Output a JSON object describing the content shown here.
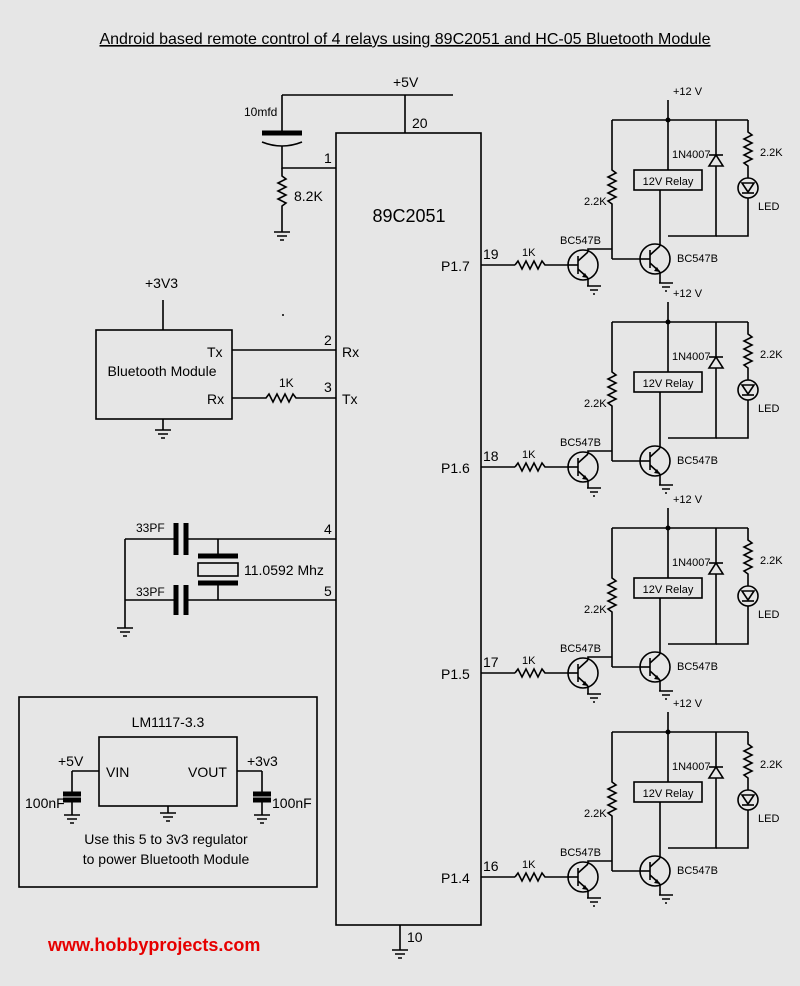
{
  "title": "Android based remote control of 4 relays using 89C2051 and HC-05 Bluetooth Module",
  "website": "www.hobbyprojects.com",
  "colors": {
    "background": "#e6e6e6",
    "ink": "#000000",
    "website": "#e60000"
  },
  "mcu": {
    "name": "89C2051",
    "pin_vcc": "20",
    "pin_gnd": "10",
    "pin_reset": "1",
    "pin_rx": "2",
    "pin_tx": "3",
    "pin_xtal1": "4",
    "pin_xtal2": "5",
    "label_rx": "Rx",
    "label_tx": "Tx"
  },
  "supply": {
    "vcc_label": "+5V"
  },
  "reset": {
    "cap": "10mfd",
    "res": "8.2K"
  },
  "bluetooth": {
    "name": "Bluetooth Module",
    "supply": "+3V3",
    "tx": "Tx",
    "rx": "Rx",
    "res": "1K"
  },
  "crystal": {
    "freq": "11.0592 Mhz",
    "cap1": "33PF",
    "cap2": "33PF"
  },
  "regulator": {
    "name": "LM1117-3.3",
    "vin": "VIN",
    "vout": "VOUT",
    "in_supply": "+5V",
    "out_supply": "+3v3",
    "cap_in": "100nF",
    "cap_out": "100nF",
    "note1": "Use this 5 to 3v3 regulator",
    "note2": "to power Bluetooth Module"
  },
  "relay_channels": [
    {
      "port": "P1.7",
      "pin": "19",
      "base_res": "1K",
      "driver": "BC547B",
      "switch": "BC547B",
      "pull": "2.2K",
      "diode": "1N4007",
      "relay": "12V Relay",
      "led_res": "2.2K",
      "led": "LED",
      "supply": "+12 V"
    },
    {
      "port": "P1.6",
      "pin": "18",
      "base_res": "1K",
      "driver": "BC547B",
      "switch": "BC547B",
      "pull": "2.2K",
      "diode": "1N4007",
      "relay": "12V Relay",
      "led_res": "2.2K",
      "led": "LED",
      "supply": "+12 V"
    },
    {
      "port": "P1.5",
      "pin": "17",
      "base_res": "1K",
      "driver": "BC547B",
      "switch": "BC547B",
      "pull": "2.2K",
      "diode": "1N4007",
      "relay": "12V Relay",
      "led_res": "2.2K",
      "led": "LED",
      "supply": "+12 V"
    },
    {
      "port": "P1.4",
      "pin": "16",
      "base_res": "1K",
      "driver": "BC547B",
      "switch": "BC547B",
      "pull": "2.2K",
      "diode": "1N4007",
      "relay": "12V Relay",
      "led_res": "2.2K",
      "led": "LED",
      "supply": "+12 V"
    }
  ]
}
